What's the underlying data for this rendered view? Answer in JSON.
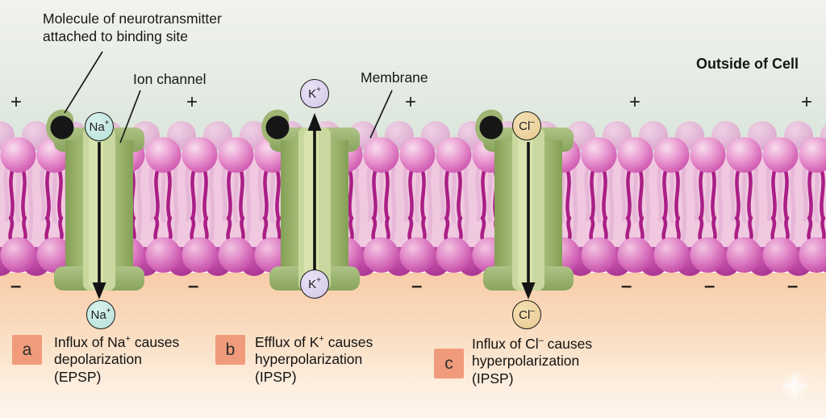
{
  "labels": {
    "molecule_line1": "Molecule of neurotransmitter",
    "molecule_line2": "attached to binding site",
    "ion_channel": "Ion channel",
    "membrane": "Membrane",
    "outside_of_cell": "Outside of Cell"
  },
  "charges": {
    "plus": "+",
    "minus": "–"
  },
  "ions": {
    "na": {
      "symbol": "Na",
      "charge": "+"
    },
    "k": {
      "symbol": "K",
      "charge": "+"
    },
    "cl": {
      "symbol": "Cl",
      "charge": "–"
    }
  },
  "captions": {
    "a": {
      "marker": "a",
      "line1_pre": "Influx of Na",
      "line1_sup": "+",
      "line1_post": " causes",
      "line2": "depolarization",
      "line3": "(EPSP)"
    },
    "b": {
      "marker": "b",
      "line1_pre": "Efflux of K",
      "line1_sup": "+",
      "line1_post": " causes",
      "line2": "hyperpolarization",
      "line3": "(IPSP)"
    },
    "c": {
      "marker": "c",
      "line1_pre": "Influx of Cl",
      "line1_sup": "–",
      "line1_post": " causes",
      "line2": "hyperpolarization",
      "line3": "(IPSP)"
    }
  },
  "colors": {
    "outside_bg_top": "#f1f3ed",
    "outside_bg_bottom": "#d6e3d9",
    "inside_bg_top": "#f8cca9",
    "inside_bg_bottom": "#fdf4ec",
    "lipid_head_pink": "#e793cd",
    "lipid_head_magenta": "#b83b9d",
    "lipid_tail": "#aa1f85",
    "channel_green": "#9cb46e",
    "channel_pore": "#c9d89e",
    "ion_na_fill": "#bfe5df",
    "ion_k_fill": "#d9cfec",
    "ion_cl_fill": "#ecd09b",
    "marker_box": "#f09b7b",
    "neurotransmitter_dot": "#161616"
  }
}
